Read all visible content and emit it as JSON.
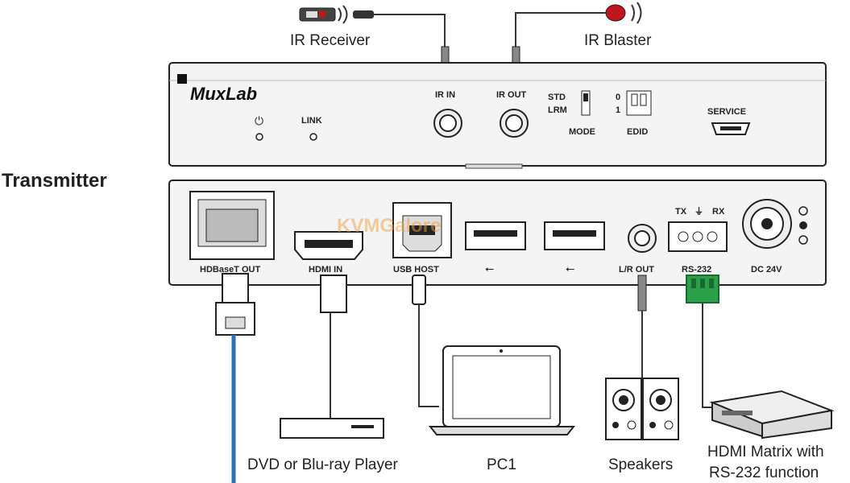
{
  "labels": {
    "ir_receiver": "IR Receiver",
    "ir_blaster": "IR Blaster",
    "transmitter": "Transmitter",
    "dvd_player": "DVD or Blu-ray Player",
    "pc1": "PC1",
    "speakers": "Speakers",
    "hdmi_matrix_line1": "HDMI Matrix with",
    "hdmi_matrix_line2": "RS-232 function"
  },
  "front_panel": {
    "brand": "MuxLab",
    "power_symbol": "⏻",
    "link": "LINK",
    "ir_in": "IR IN",
    "ir_out": "IR OUT",
    "std": "STD",
    "lrm": "LRM",
    "mode": "MODE",
    "edid_0": "0",
    "edid_1": "1",
    "edid": "EDID",
    "service": "SERVICE"
  },
  "rear_panel": {
    "hdbaset_out": "HDBaseT OUT",
    "hdmi_in": "HDMI IN",
    "usb_host": "USB HOST",
    "lr_out": "L/R OUT",
    "tx": "TX",
    "rx": "RX",
    "rs232": "RS-232",
    "dc24v": "DC 24V"
  },
  "watermark": "KVMGalore",
  "colors": {
    "ir_red": "#c0151a",
    "ethernet_blue": "#2f6fb4",
    "terminal_green": "#2aa04a",
    "watermark": "#f0a040"
  }
}
